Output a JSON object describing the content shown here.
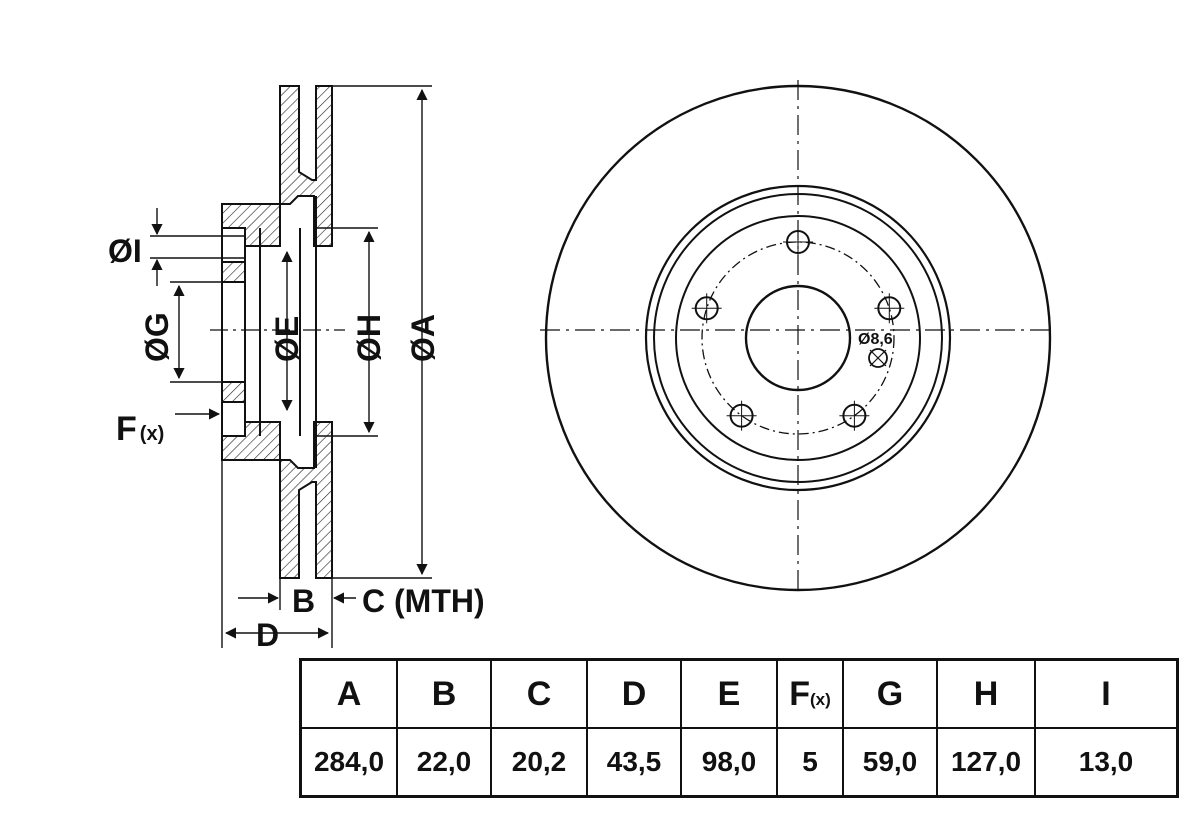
{
  "section_labels": {
    "dia_i": "ØI",
    "dia_g": "ØG",
    "dia_e": "ØE",
    "dia_h": "ØH",
    "dia_a": "ØA",
    "f_main": "F",
    "f_sub": "(x)",
    "b": "B",
    "c_mth": "C (MTH)",
    "d": "D"
  },
  "face_labels": {
    "hole_dia": "Ø8,6"
  },
  "bolt_holes": 5,
  "table": {
    "headers": [
      {
        "main": "A",
        "sub": ""
      },
      {
        "main": "B",
        "sub": ""
      },
      {
        "main": "C",
        "sub": ""
      },
      {
        "main": "D",
        "sub": ""
      },
      {
        "main": "E",
        "sub": ""
      },
      {
        "main": "F",
        "sub": "(x)"
      },
      {
        "main": "G",
        "sub": ""
      },
      {
        "main": "H",
        "sub": ""
      },
      {
        "main": "I",
        "sub": ""
      }
    ],
    "values": [
      "284,0",
      "22,0",
      "20,2",
      "43,5",
      "98,0",
      "5",
      "59,0",
      "127,0",
      "13,0"
    ]
  }
}
